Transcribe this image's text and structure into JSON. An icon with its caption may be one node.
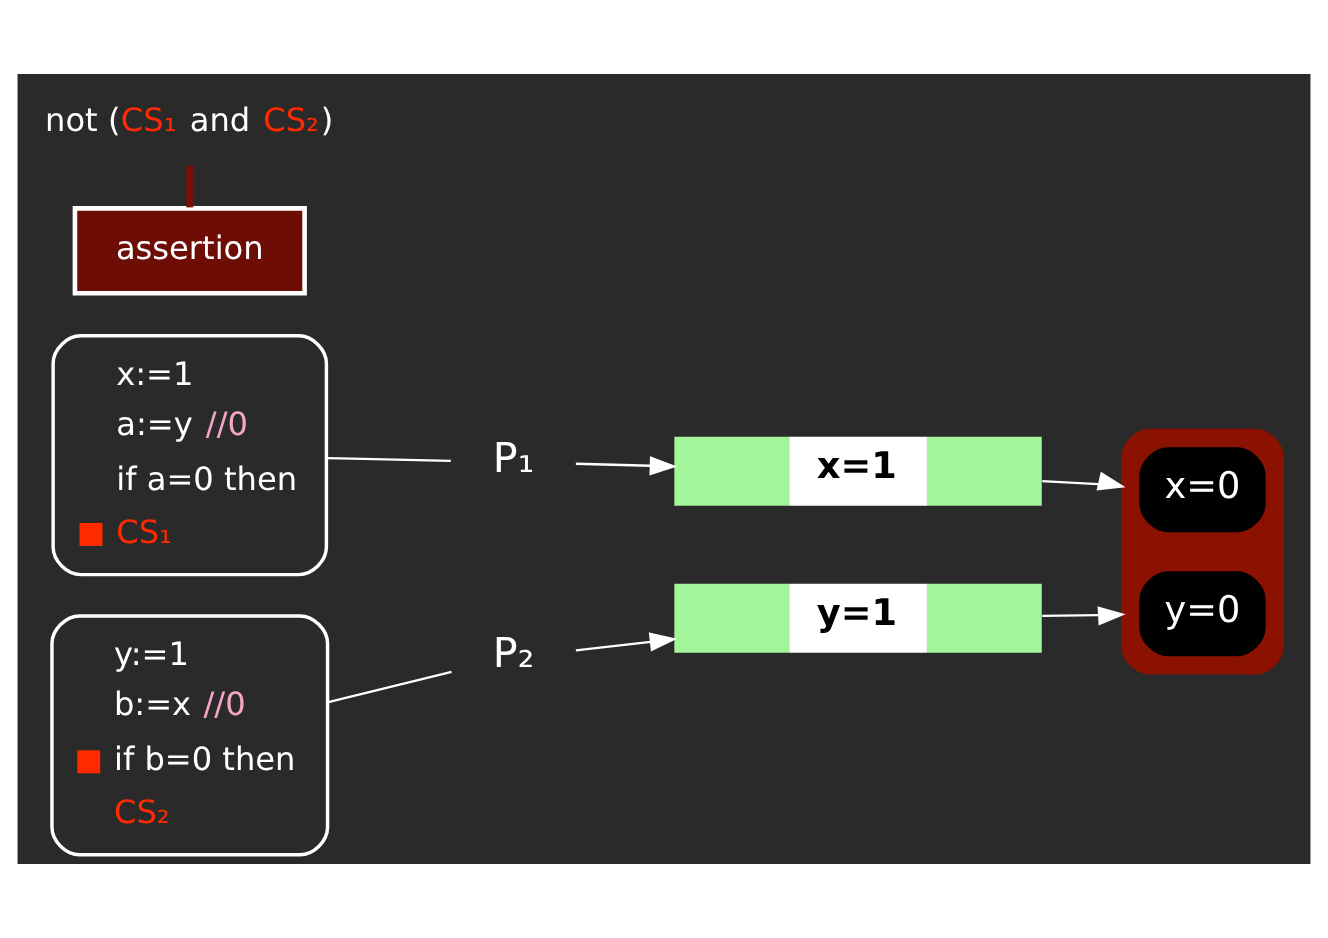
{
  "diagram": {
    "nodes": [
      {
        "text": [
          "x:=1",
          "a:=y",
          "//0",
          "if a=0 then",
          "CS₁"
        ]
      },
      {
        "text": [
          "y:=1",
          "b:=x",
          "//0",
          "if b=0 then",
          "CS₂"
        ]
      },
      {
        "text": [
          "P₁"
        ]
      },
      {
        "text": [
          "P₂"
        ]
      },
      {
        "text": [
          "x=1"
        ]
      },
      {
        "text": [
          "y=1"
        ]
      },
      {
        "text": [],
        "shape": "box"
      },
      {
        "text": [
          "x=0"
        ],
        "in": 6
      },
      {
        "text": [
          "y=0"
        ],
        "in": 6
      },
      {
        "text": [
          "not (",
          "CS₁",
          "and",
          "CS₂",
          ")"
        ]
      },
      {
        "text": [
          "assertion"
        ]
      }
    ],
    "edges": [
      {
        "from": 0,
        "to": 2,
        "arrow": "none"
      },
      {
        "from": 1,
        "to": 3,
        "arrow": "none"
      },
      {
        "from": 2,
        "to": 4,
        "arrow": "to"
      },
      {
        "from": 3,
        "to": 5,
        "arrow": "to"
      },
      {
        "from": 4,
        "to": 6,
        "arrow": "to"
      },
      {
        "from": 5,
        "to": 6,
        "arrow": "to"
      },
      {
        "from": 9,
        "to": 10,
        "arrow": "none",
        "style": "thick",
        "color": "#7a0f08"
      }
    ]
  }
}
